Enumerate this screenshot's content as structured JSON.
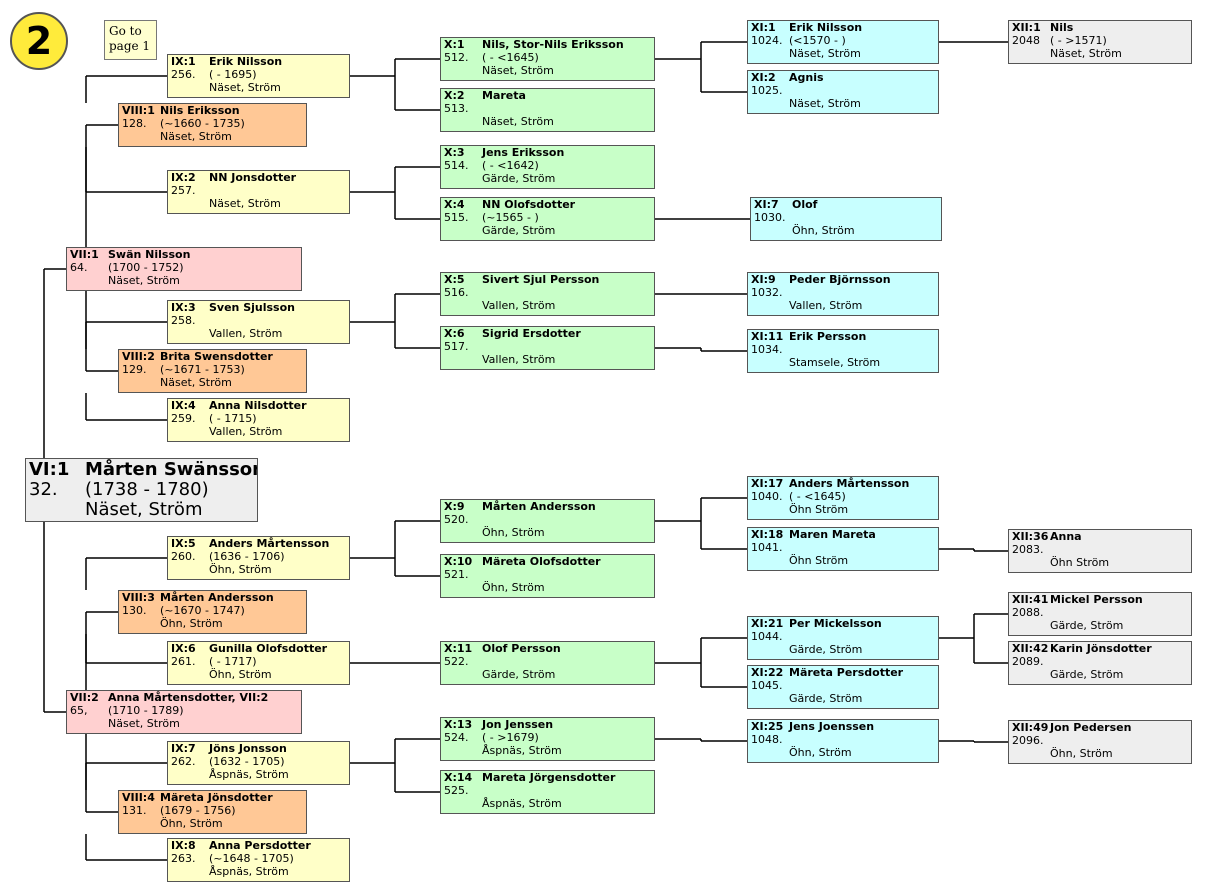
{
  "page_badge": "2",
  "goto_link": {
    "line1": "Go to",
    "line2": "page 1"
  },
  "persons": [
    {
      "id": "vi1",
      "gen": "VI:1",
      "name": "Mårten Swänsson",
      "num": "32.",
      "dates": "(1738 - 1780)",
      "place": "Näset, Ström",
      "cls": "c-vi root"
    },
    {
      "id": "vii1",
      "gen": "VII:1",
      "name": "Swän Nilsson",
      "num": "64.",
      "dates": "(1700 - 1752)",
      "place": "Näset, Ström",
      "cls": "c-vii"
    },
    {
      "id": "vii2",
      "gen": "VII:2",
      "name": "Anna Mårtensdotter, VII:2",
      "num": "65,",
      "dates": "(1710 - 1789)",
      "place": "Näset, Ström",
      "cls": "c-vii"
    },
    {
      "id": "viii1",
      "gen": "VIII:1",
      "name": "Nils Eriksson",
      "num": "128.",
      "dates": "(~1660 - 1735)",
      "place": "Näset, Ström",
      "cls": "c-viii"
    },
    {
      "id": "viii2",
      "gen": "VIII:2",
      "name": "Brita Swensdotter",
      "num": "129.",
      "dates": "(~1671 - 1753)",
      "place": "Näset, Ström",
      "cls": "c-viii"
    },
    {
      "id": "viii3",
      "gen": "VIII:3",
      "name": "Mårten Andersson",
      "num": "130.",
      "dates": "(~1670 - 1747)",
      "place": "Öhn,  Ström",
      "cls": "c-viii"
    },
    {
      "id": "viii4",
      "gen": "VIII:4",
      "name": "Märeta Jönsdotter",
      "num": "131.",
      "dates": "(1679 - 1756)",
      "place": "Öhn, Ström",
      "cls": "c-viii"
    },
    {
      "id": "ix1",
      "gen": "IX:1",
      "name": "Erik Nilsson",
      "num": "256.",
      "dates": "( - 1695)",
      "place": "Näset, Ström",
      "cls": "c-ix"
    },
    {
      "id": "ix2",
      "gen": "IX:2",
      "name": "NN Jonsdotter",
      "num": "257.",
      "dates": "",
      "place": "Näset, Ström",
      "cls": "c-ix"
    },
    {
      "id": "ix3",
      "gen": "IX:3",
      "name": "Sven Sjulsson",
      "num": "258.",
      "dates": "",
      "place": "Vallen, Ström",
      "cls": "c-ix"
    },
    {
      "id": "ix4",
      "gen": "IX:4",
      "name": "Anna Nilsdotter",
      "num": "259.",
      "dates": "( - 1715)",
      "place": "Vallen, Ström",
      "cls": "c-ix"
    },
    {
      "id": "ix5",
      "gen": "IX:5",
      "name": "Anders Mårtensson",
      "num": "260.",
      "dates": "(1636 - 1706)",
      "place": "Öhn, Ström",
      "cls": "c-ix"
    },
    {
      "id": "ix6",
      "gen": "IX:6",
      "name": "Gunilla Olofsdotter",
      "num": "261.",
      "dates": "( - 1717)",
      "place": "Öhn, Ström",
      "cls": "c-ix"
    },
    {
      "id": "ix7",
      "gen": "IX:7",
      "name": "Jöns Jonsson",
      "num": "262.",
      "dates": "(1632 - 1705)",
      "place": "Åspnäs, Ström",
      "cls": "c-ix"
    },
    {
      "id": "ix8",
      "gen": "IX:8",
      "name": "Anna Persdotter",
      "num": "263.",
      "dates": "(~1648 - 1705)",
      "place": "Åspnäs, Ström",
      "cls": "c-ix"
    },
    {
      "id": "x1",
      "gen": "X:1",
      "name": "Nils, Stor-Nils Eriksson",
      "num": "512.",
      "dates": "( - <1645)",
      "place": "Näset, Ström",
      "cls": "c-x"
    },
    {
      "id": "x2",
      "gen": "X:2",
      "name": "Mareta",
      "num": "513.",
      "dates": "",
      "place": "Näset, Ström",
      "cls": "c-x"
    },
    {
      "id": "x3",
      "gen": "X:3",
      "name": "Jens Eriksson",
      "num": "514.",
      "dates": "( - <1642)",
      "place": "Gärde, Ström",
      "cls": "c-x"
    },
    {
      "id": "x4",
      "gen": "X:4",
      "name": "NN Olofsdotter",
      "num": "515.",
      "dates": "(~1565 - )",
      "place": "Gärde, Ström",
      "cls": "c-x"
    },
    {
      "id": "x5",
      "gen": "X:5",
      "name": "Sivert Sjul Persson",
      "num": "516.",
      "dates": "",
      "place": "Vallen, Ström",
      "cls": "c-x"
    },
    {
      "id": "x6",
      "gen": "X:6",
      "name": "Sigrid Ersdotter",
      "num": "517.",
      "dates": "",
      "place": "Vallen, Ström",
      "cls": "c-x"
    },
    {
      "id": "x9",
      "gen": "X:9",
      "name": "Mårten Andersson",
      "num": "520.",
      "dates": "",
      "place": "Öhn, Ström",
      "cls": "c-x"
    },
    {
      "id": "x10",
      "gen": "X:10",
      "name": "Märeta Olofsdotter",
      "num": "521.",
      "dates": "",
      "place": "Öhn, Ström",
      "cls": "c-x"
    },
    {
      "id": "x11",
      "gen": "X:11",
      "name": "Olof Persson",
      "num": "522.",
      "dates": "",
      "place": "Gärde,  Ström",
      "cls": "c-x"
    },
    {
      "id": "x13",
      "gen": "X:13",
      "name": "Jon Jenssen",
      "num": "524.",
      "dates": "( - >1679)",
      "place": "Åspnäs, Ström",
      "cls": "c-x"
    },
    {
      "id": "x14",
      "gen": "X:14",
      "name": "Mareta Jörgensdotter",
      "num": "525.",
      "dates": "",
      "place": "Åspnäs, Ström",
      "cls": "c-x"
    },
    {
      "id": "xi1",
      "gen": "XI:1",
      "name": "Erik Nilsson",
      "num": "1024.",
      "dates": "(<1570 - )",
      "place": "Näset, Ström",
      "cls": "c-xi"
    },
    {
      "id": "xi2",
      "gen": "XI:2",
      "name": "Agnis",
      "num": "1025.",
      "dates": "",
      "place": "Näset, Ström",
      "cls": "c-xi"
    },
    {
      "id": "xi7",
      "gen": "XI:7",
      "name": "Olof",
      "num": "1030.",
      "dates": "",
      "place": "Öhn, Ström",
      "cls": "c-xi"
    },
    {
      "id": "xi9",
      "gen": "XI:9",
      "name": "Peder Björnsson",
      "num": "1032.",
      "dates": "",
      "place": "Vallen,  Ström",
      "cls": "c-xi"
    },
    {
      "id": "xi11",
      "gen": "XI:11",
      "name": "Erik Persson",
      "num": "1034.",
      "dates": "",
      "place": "Stamsele,  Ström",
      "cls": "c-xi"
    },
    {
      "id": "xi17",
      "gen": "XI:17",
      "name": "Anders Mårtensson",
      "num": "1040.",
      "dates": "( - <1645)",
      "place": "Öhn Ström",
      "cls": "c-xi"
    },
    {
      "id": "xi18",
      "gen": "XI:18",
      "name": "Maren Mareta",
      "num": "1041.",
      "dates": "",
      "place": "Öhn  Ström",
      "cls": "c-xi"
    },
    {
      "id": "xi21",
      "gen": "XI:21",
      "name": "Per Mickelsson",
      "num": "1044.",
      "dates": "",
      "place": "Gärde,  Ström",
      "cls": "c-xi"
    },
    {
      "id": "xi22",
      "gen": "XI:22",
      "name": "Märeta Persdotter",
      "num": "1045.",
      "dates": "",
      "place": "Gärde, Ström",
      "cls": "c-xi"
    },
    {
      "id": "xi25",
      "gen": "XI:25",
      "name": "Jens Joenssen",
      "num": "1048.",
      "dates": "",
      "place": "Öhn, Ström",
      "cls": "c-xi"
    },
    {
      "id": "xii1",
      "gen": "XII:1",
      "name": "Nils",
      "num": "2048",
      "dates": "( - >1571)",
      "place": "Näset, Ström",
      "cls": "c-xii"
    },
    {
      "id": "xii36",
      "gen": "XII:36",
      "name": "Anna",
      "num": "2083.",
      "dates": "",
      "place": "Öhn  Ström",
      "cls": "c-xii"
    },
    {
      "id": "xii41",
      "gen": "XII:41",
      "name": "Mickel Persson",
      "num": "2088.",
      "dates": "",
      "place": "Gärde,  Ström",
      "cls": "c-xii"
    },
    {
      "id": "xii42",
      "gen": "XII:42",
      "name": "Karin Jönsdotter",
      "num": "2089.",
      "dates": "",
      "place": "Gärde,  Ström",
      "cls": "c-xii"
    },
    {
      "id": "xii49",
      "gen": "XII:49",
      "name": "Jon Pedersen",
      "num": "2096.",
      "dates": "",
      "place": "Öhn, Ström",
      "cls": "c-xii"
    }
  ],
  "links": [
    {
      "child": "vi1",
      "parents": [
        "vii1",
        "vii2"
      ]
    },
    {
      "child": "vii1",
      "parents": [
        "viii1",
        "viii2"
      ]
    },
    {
      "child": "vii2",
      "parents": [
        "viii3",
        "viii4"
      ]
    },
    {
      "child": "viii1",
      "parents": [
        "ix1",
        "ix2"
      ]
    },
    {
      "child": "viii2",
      "parents": [
        "ix3",
        "ix4"
      ]
    },
    {
      "child": "viii3",
      "parents": [
        "ix5",
        "ix6"
      ]
    },
    {
      "child": "viii4",
      "parents": [
        "ix7",
        "ix8"
      ]
    },
    {
      "child": "ix1",
      "parents": [
        "x1",
        "x2"
      ]
    },
    {
      "child": "ix2",
      "parents": [
        "x3",
        "x4"
      ]
    },
    {
      "child": "ix3",
      "parents": [
        "x5",
        "x6"
      ]
    },
    {
      "child": "ix5",
      "parents": [
        "x9",
        "x10"
      ]
    },
    {
      "child": "ix6",
      "parents": [
        "x11"
      ]
    },
    {
      "child": "ix7",
      "parents": [
        "x13",
        "x14"
      ]
    },
    {
      "child": "x1",
      "parents": [
        "xi1",
        "xi2"
      ]
    },
    {
      "child": "x4",
      "parents": [
        "xi7"
      ]
    },
    {
      "child": "x5",
      "parents": [
        "xi9"
      ]
    },
    {
      "child": "x6",
      "parents": [
        "xi11"
      ]
    },
    {
      "child": "x9",
      "parents": [
        "xi17",
        "xi18"
      ]
    },
    {
      "child": "x11",
      "parents": [
        "xi21",
        "xi22"
      ]
    },
    {
      "child": "x13",
      "parents": [
        "xi25"
      ]
    },
    {
      "child": "xi1",
      "parents": [
        "xii1"
      ]
    },
    {
      "child": "xi18",
      "parents": [
        "xii36"
      ]
    },
    {
      "child": "xi21",
      "parents": [
        "xii41",
        "xii42"
      ]
    },
    {
      "child": "xi25",
      "parents": [
        "xii49"
      ]
    }
  ]
}
